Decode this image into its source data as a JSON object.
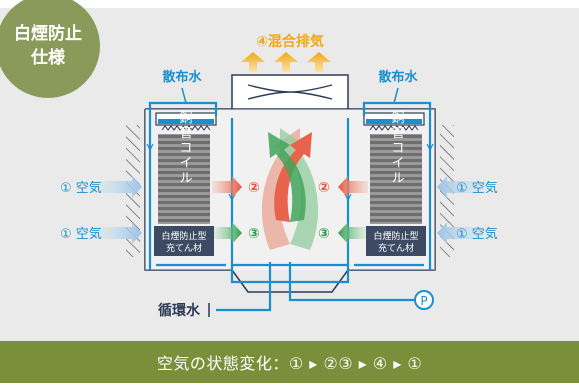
{
  "badge": {
    "line1": "白煙防止",
    "line2": "仕様"
  },
  "labels": {
    "mixed_exhaust": "④混合排気",
    "spray_left": "散布水",
    "spray_right": "散布水",
    "air_in_upper_left": "① 空気",
    "air_in_lower_left": "① 空気",
    "air_in_upper_right": "① 空気",
    "air_in_lower_right": "① 空気",
    "copper_coil_left": "銅管コイル",
    "copper_coil_right": "銅管コイル",
    "fill_left_line1": "白煙防止型",
    "fill_left_line2": "充てん材",
    "fill_right_line1": "白煙防止型",
    "fill_right_line2": "充てん材",
    "marker2_left": "②",
    "marker2_right": "②",
    "marker3_left": "③",
    "marker3_right": "③",
    "circulating_water": "循環水",
    "pump": "P"
  },
  "footer": {
    "state_change": "空気の状態変化：①  ▸  ②③  ▸  ④  ▸  ①"
  },
  "colors": {
    "badge": "#8a9a5b",
    "footer": "#7a8f3a",
    "background": "#eaeaea",
    "water": "#1a8fd0",
    "hot_air": "#e8543a",
    "cool_air": "#2f9e4b",
    "exhaust": "#f0a818",
    "dark": "#2b3a55"
  }
}
